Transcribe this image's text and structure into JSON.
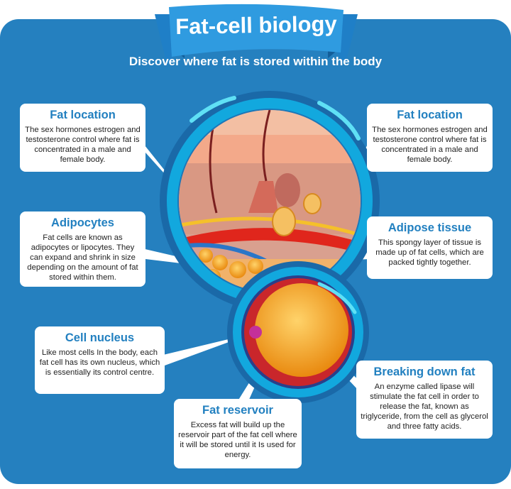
{
  "header": {
    "title": "Fat-cell biology",
    "subtitle": "Discover where fat is stored within the body"
  },
  "callouts": [
    {
      "title": "Fat location",
      "text": "The sex hormones estrogen and testosterone control where fat is concentrated in a male and female body."
    },
    {
      "title": "Fat location",
      "text": "The sex hormones estrogen and testosterone control where fat is concentrated in a male and female body."
    },
    {
      "title": "Adipocytes",
      "text": "Fat cells are known as adipocytes or lipocytes. They can expand and shrink in size depending on the amount of fat stored within them."
    },
    {
      "title": "Adipose tissue",
      "text": "This spongy layer of tissue is made up of fat cells, which are packed tightly together."
    },
    {
      "title": "Cell nucleus",
      "text": "Like most cells In the body, each fat cell has its own nucleus, which is essentially its control centre."
    },
    {
      "title": "Breaking down fat",
      "text": "An enzyme called lipase will stimulate the fat cell in order to release the fat, known as triglyceride, from the cell as glycerol and three fatty acids."
    },
    {
      "title": "Fat reservoir",
      "text": "Excess fat will build up the reservoir part of the fat cell where it will be stored until it Is used for energy."
    }
  ],
  "colors": {
    "panel": "#2580bf",
    "heading": "#2280c0",
    "ribbon": "#2f9be0"
  }
}
